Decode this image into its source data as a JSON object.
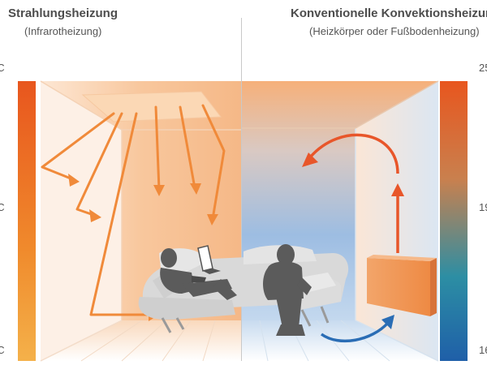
{
  "left": {
    "title": "Strahlungsheizung",
    "subtitle": "(Infrarotheizung)"
  },
  "right": {
    "title": "Konventionelle Konvektionsheizung",
    "subtitle": "(Heizkörper oder Fußbodenheizung)"
  },
  "scales": {
    "left_ticks": [
      "°C",
      "°C",
      "°C"
    ],
    "right_ticks": [
      "25",
      "19",
      "16"
    ]
  },
  "colors": {
    "radiant_orange": "#f08a3a",
    "warm_fill": "#f7bf8c",
    "cool_blue": "#8fb4de",
    "arrow_red": "#e8562a",
    "arrow_blue": "#2a6db5",
    "figure_gray": "#5b5b5b",
    "sofa_gray": "#d8d8d8"
  },
  "icons": [
    "infrared-panel-icon",
    "radiator-icon",
    "laptop-icon"
  ]
}
